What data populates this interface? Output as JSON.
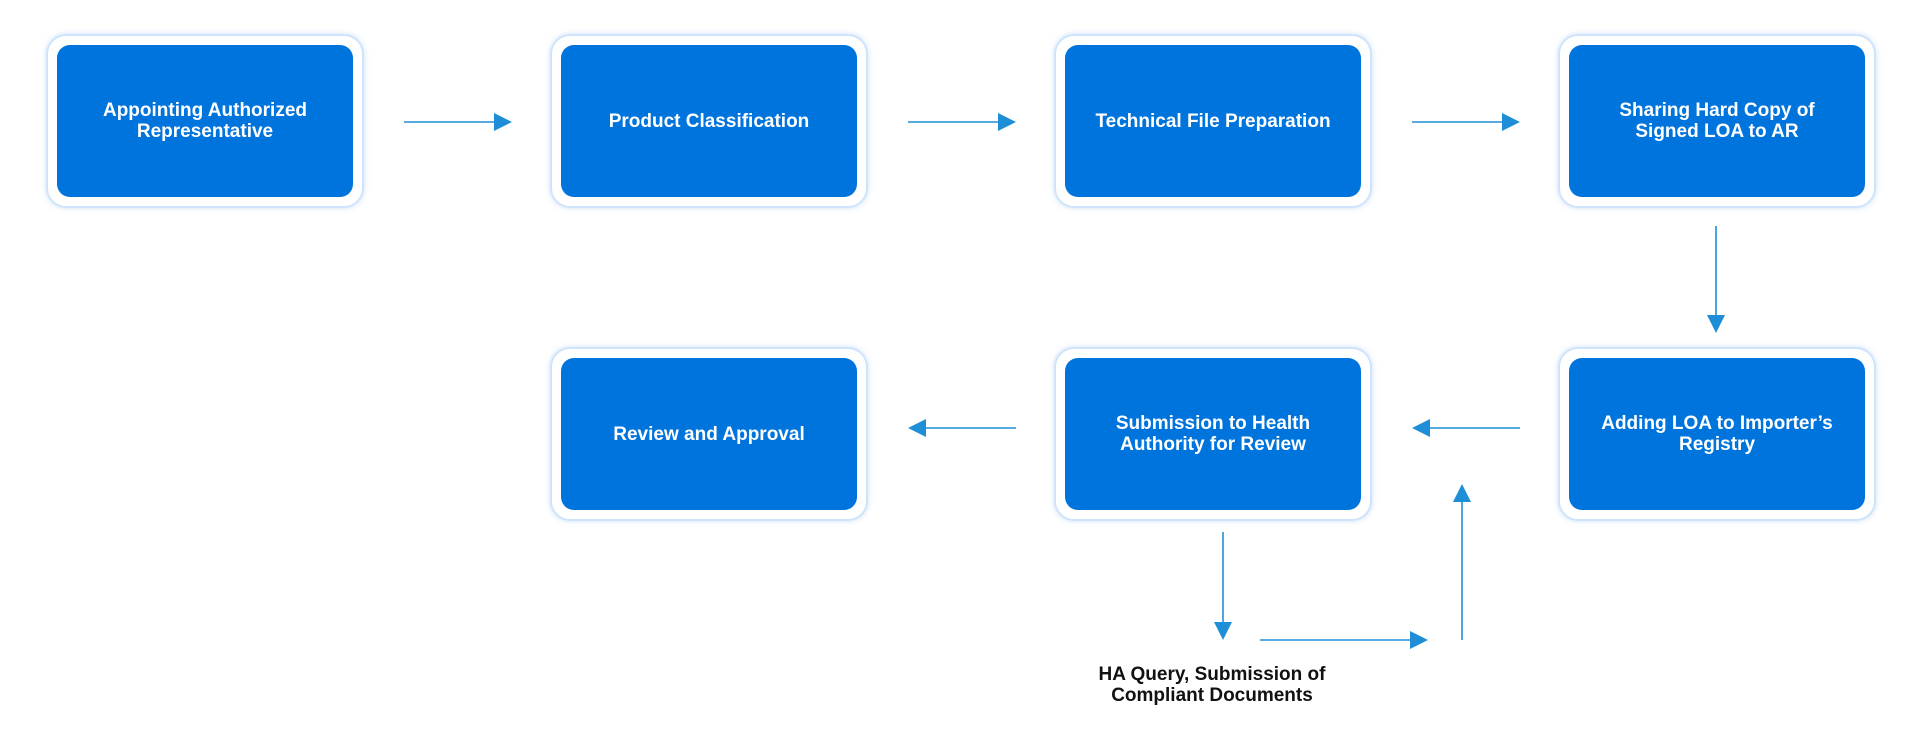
{
  "diagram": {
    "colors": {
      "box_fill": "#0074dd",
      "box_border": "#cfe3fb",
      "box_text": "#ffffff",
      "arrow": "#1e8fd6",
      "note_text": "#111111"
    },
    "steps": [
      {
        "id": "appoint",
        "label": "Appointing Authorized Representative"
      },
      {
        "id": "classify",
        "label": "Product Classification"
      },
      {
        "id": "techfile",
        "label": "Technical File Preparation"
      },
      {
        "id": "loa_share",
        "label": "Sharing Hard Copy of Signed LOA to AR"
      },
      {
        "id": "loa_add",
        "label": "Adding LOA to Importer’s Registry"
      },
      {
        "id": "submit",
        "label": "Submission to Health Authority for Review"
      },
      {
        "id": "review",
        "label": "Review and Approval"
      }
    ],
    "query_note": "HA Query, Submission of Compliant Documents",
    "connections": [
      {
        "from": "appoint",
        "to": "classify"
      },
      {
        "from": "classify",
        "to": "techfile"
      },
      {
        "from": "techfile",
        "to": "loa_share"
      },
      {
        "from": "loa_share",
        "to": "loa_add"
      },
      {
        "from": "loa_add",
        "to": "submit"
      },
      {
        "from": "submit",
        "to": "review"
      },
      {
        "from": "submit",
        "to": "query_note"
      },
      {
        "from": "query_note",
        "to": "submit"
      }
    ]
  }
}
